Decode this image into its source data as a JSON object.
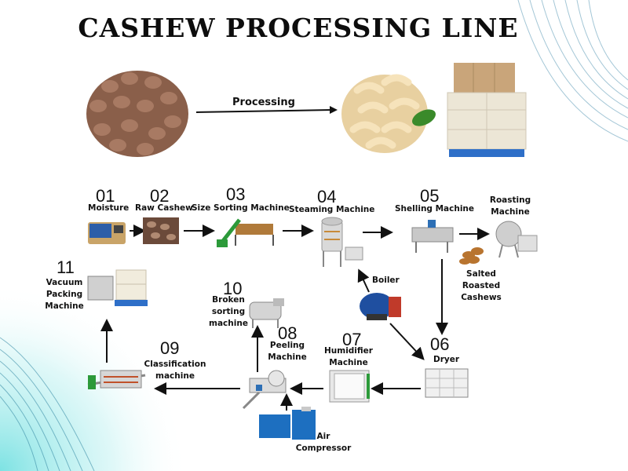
{
  "title": "CASHEW PROCESSING LINE",
  "processing_label": "Processing",
  "steps": [
    {
      "number": "01",
      "label": "Moisture"
    },
    {
      "number": "02",
      "label": "Raw Cashew"
    },
    {
      "number": "03",
      "label": "Size Sorting Machine"
    },
    {
      "number": "04",
      "label": "Steaming Machine"
    },
    {
      "number": "05",
      "label": "Shelling Machine"
    },
    {
      "number": "06",
      "label": "Dryer"
    },
    {
      "number": "07",
      "label": "Humidifier Machine"
    },
    {
      "number": "08",
      "label": "Peeling Machine"
    },
    {
      "number": "09",
      "label": "Classification machine"
    },
    {
      "number": "10",
      "label": "Broken sorting machine"
    },
    {
      "number": "11",
      "label": "Vacuum Packing Machine"
    }
  ],
  "extras": {
    "roasting": "Roasting Machine",
    "salted": "Salted Roasted Cashews",
    "boiler": "Boiler",
    "air_compressor": "Air Compressor"
  },
  "colors": {
    "accent_teal": "#5fd3d6",
    "machine_blue": "#2d6fb5",
    "cashew_raw": "#9c6d55",
    "cashew_kernel": "#f0dcb0"
  }
}
